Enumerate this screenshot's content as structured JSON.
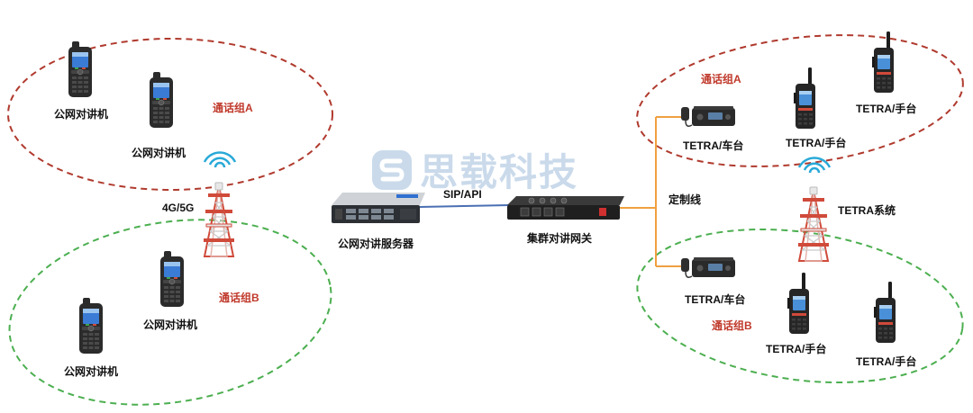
{
  "watermark": "思载科技",
  "labels": {
    "phone_label_1": "公网对讲机",
    "phone_label_2": "公网对讲机",
    "phone_label_3": "公网对讲机",
    "phone_label_4": "公网对讲机",
    "group_a_left": "通话组A",
    "group_b_left": "通话组B",
    "network": "4G/5G",
    "server": "公网对讲服务器",
    "link": "SIP/API",
    "gateway": "集群对讲网关",
    "dedicated_line": "定制线",
    "tetra_system": "TETRA系统",
    "group_a_right": "通话组A",
    "group_b_right": "通话组B",
    "vehicle_a": "TETRA/车台",
    "handheld_a1": "TETRA/手台",
    "handheld_a2": "TETRA/手台",
    "vehicle_b": "TETRA/车台",
    "handheld_b1": "TETRA/手台",
    "handheld_b2": "TETRA/手台"
  },
  "colors": {
    "group_a_ring": "#b03a2e",
    "group_b_ring": "#4caf50",
    "group_text": "#c0392b",
    "line_orange": "#f0a040",
    "line_blue": "#4a6fb3",
    "signal": "#29a9d8",
    "tower_red": "#d04a3a",
    "watermark": "#2f6fb3"
  },
  "icons": [
    "signal-waves-icon",
    "cell-tower-icon",
    "rugged-phone-icon",
    "rack-server-icon",
    "gateway-device-icon",
    "mobile-radio-icon",
    "handheld-radio-icon"
  ]
}
